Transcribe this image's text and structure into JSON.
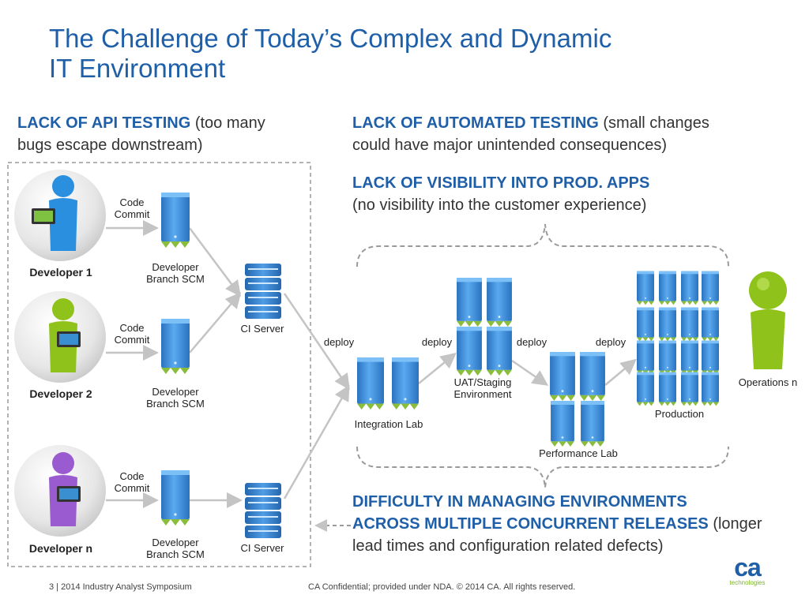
{
  "title_line1": "The Challenge of Today’s Complex and Dynamic",
  "title_line2": "IT Environment",
  "challenge_api": {
    "bold": "LACK OF API TESTING",
    "rest1": " (too many",
    "rest2": "bugs escape downstream)"
  },
  "challenge_automated": {
    "bold": "LACK OF AUTOMATED TESTING",
    "rest1": " (small changes",
    "rest2": "could have major unintended consequences)"
  },
  "challenge_visibility": {
    "bold": "LACK OF VISIBILITY INTO PROD. APPS",
    "rest": "(no visibility into the customer experience)"
  },
  "challenge_env": {
    "bold1": "DIFFICULTY IN MANAGING ENVIRONMENTS",
    "bold2": "ACROSS MULTIPLE CONCURRENT RELEASES",
    "rest1": " (longer",
    "rest2": "lead times and configuration related defects)"
  },
  "developers": [
    {
      "name": "Developer 1",
      "color": "#2b8fe0",
      "laptop": "#7fc241"
    },
    {
      "name": "Developer 2",
      "color": "#8fc21a",
      "laptop": "#3a8fd0"
    },
    {
      "name": "Developer n",
      "color": "#9a5bd0",
      "laptop": "#3a8fd0"
    }
  ],
  "code_commit_line1": "Code",
  "code_commit_line2": "Commit",
  "branch_line1": "Developer",
  "branch_line2": "Branch SCM",
  "ci_server": "CI Server",
  "deploy": "deploy",
  "integration_lab": "Integration Lab",
  "uat_line1": "UAT/Staging",
  "uat_line2": "Environment",
  "performance_lab": "Performance Lab",
  "production": "Production",
  "operations": "Operations n",
  "footer_left": "3  |  2014 Industry Analyst Symposium",
  "footer_center": "CA Confidential; provided under NDA.  © 2014 CA. All rights reserved.",
  "logo_text": "ca",
  "logo_sub": "technologies",
  "colors": {
    "accent": "#1f5fa8",
    "server": "#3d8fd8",
    "ops": "#8fc21a",
    "logo_green": "#7ab51d"
  }
}
